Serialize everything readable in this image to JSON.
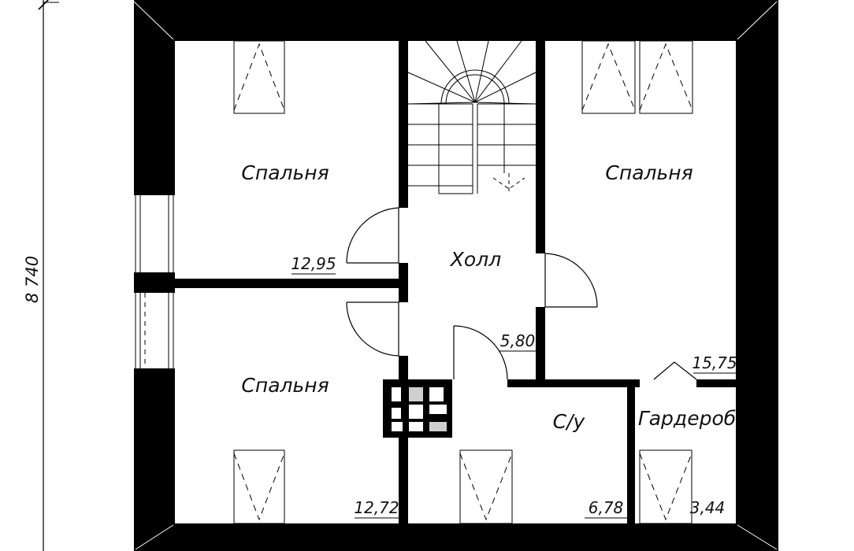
{
  "dimension": {
    "overall_depth": "8 740"
  },
  "rooms": {
    "bedroom_top_left": {
      "label": "Спальня",
      "area": "12,95"
    },
    "bedroom_top_right": {
      "label": "Спальня",
      "area": "15,75"
    },
    "bedroom_bottom_left": {
      "label": "Спальня",
      "area": "12,72"
    },
    "hall": {
      "label": "Холл",
      "area": "5,80"
    },
    "bathroom": {
      "label": "С/у",
      "area": "6,78"
    },
    "wardrobe": {
      "label": "Гардероб",
      "area": "3,44"
    }
  },
  "colors": {
    "wall": "#000000",
    "line": "#000000",
    "background": "#ffffff"
  }
}
